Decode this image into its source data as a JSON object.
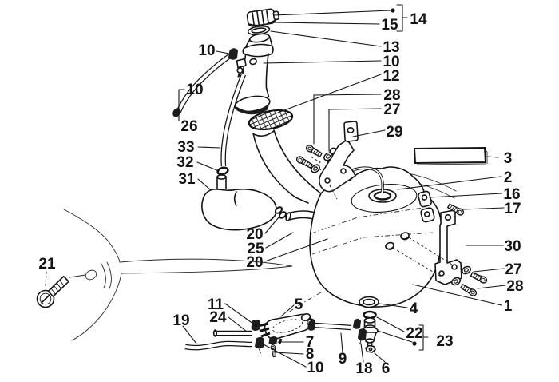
{
  "canvas": {
    "background": "#ffffff",
    "ink": "#141414"
  },
  "callouts": [
    {
      "part": "14"
    },
    {
      "part": "15"
    },
    {
      "part": "13"
    },
    {
      "part": "10"
    },
    {
      "part": "12"
    },
    {
      "part": "28"
    },
    {
      "part": "27"
    },
    {
      "part": "29"
    },
    {
      "part": "3"
    },
    {
      "part": "2"
    },
    {
      "part": "16"
    },
    {
      "part": "17"
    },
    {
      "part": "30"
    },
    {
      "part": "27"
    },
    {
      "part": "28"
    },
    {
      "part": "1"
    },
    {
      "part": "4"
    },
    {
      "part": "22"
    },
    {
      "part": "23"
    },
    {
      "part": "6"
    },
    {
      "part": "18"
    },
    {
      "part": "9"
    },
    {
      "part": "10"
    },
    {
      "part": "8"
    },
    {
      "part": "7"
    },
    {
      "part": "5"
    },
    {
      "part": "11"
    },
    {
      "part": "24"
    },
    {
      "part": "19"
    },
    {
      "part": "21"
    },
    {
      "part": "10"
    },
    {
      "part": "10"
    },
    {
      "part": "26"
    },
    {
      "part": "33"
    },
    {
      "part": "32"
    },
    {
      "part": "31"
    },
    {
      "part": "20"
    },
    {
      "part": "25"
    },
    {
      "part": "20"
    }
  ]
}
